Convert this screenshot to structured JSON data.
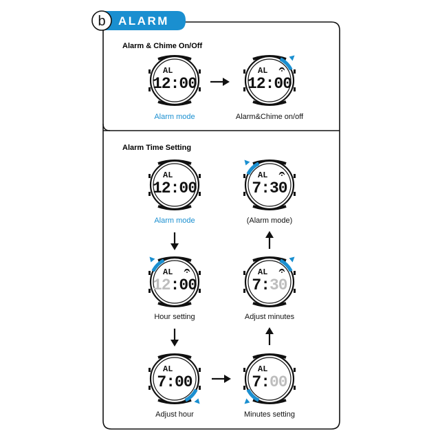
{
  "header": {
    "badge_letter": "b",
    "title": "ALARM"
  },
  "colors": {
    "accent": "#1a8fd0",
    "ink": "#111111",
    "dim": "#bdbdbd"
  },
  "section1": {
    "title": "Alarm & Chime On/Off",
    "watches": [
      {
        "id": "s1w1",
        "label": "Alarm mode",
        "label_color": "accent",
        "top": "AL",
        "main": "12:00",
        "chime": false,
        "button": "none"
      },
      {
        "id": "s1w2",
        "label": "Alarm&Chime on/off",
        "label_color": "ink",
        "top": "AL",
        "main": "12:00",
        "chime": true,
        "button": "upper-right"
      }
    ]
  },
  "section2": {
    "title": "Alarm Time Setting",
    "watches": [
      {
        "id": "s2w1",
        "label": "Alarm mode",
        "label_color": "accent",
        "top": "AL",
        "main": "12:00",
        "chime": false,
        "button": "none"
      },
      {
        "id": "s2w2",
        "label": "(Alarm mode)",
        "label_color": "ink",
        "top": "AL",
        "main": "7:30",
        "chime": true,
        "button": "upper-left"
      },
      {
        "id": "s2w3",
        "label": "Hour setting",
        "label_color": "ink",
        "top": "AL",
        "main": "12:00",
        "chime": true,
        "button": "upper-left",
        "dim": "hours"
      },
      {
        "id": "s2w4",
        "label": "Adjust minutes",
        "label_color": "ink",
        "top": "AL",
        "main": "7:30",
        "chime": true,
        "button": "upper-right",
        "dim": "minutes"
      },
      {
        "id": "s2w5",
        "label": "Adjust hour",
        "label_color": "ink",
        "top": "AL",
        "main": "7:00",
        "chime": false,
        "button": "lower-right"
      },
      {
        "id": "s2w6",
        "label": "Minutes setting",
        "label_color": "ink",
        "top": "AL",
        "main": "7:00",
        "chime": false,
        "button": "lower-left",
        "dim": "minutes"
      }
    ]
  }
}
